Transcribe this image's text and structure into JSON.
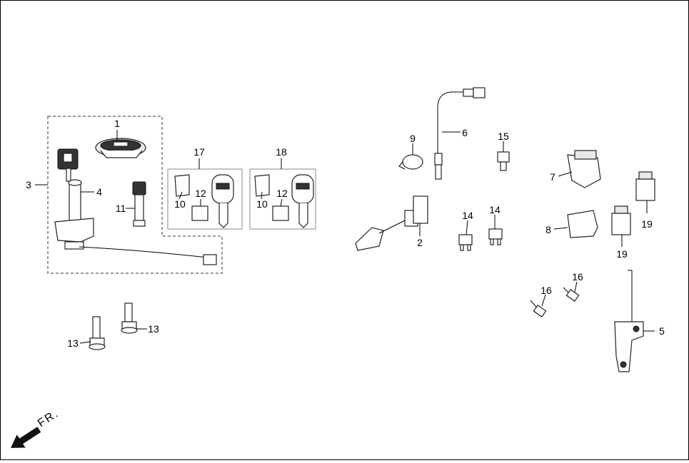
{
  "callouts": {
    "c1": "1",
    "c2": "2",
    "c3": "3",
    "c4": "4",
    "c5": "5",
    "c6": "6",
    "c7": "7",
    "c8": "8",
    "c9": "9",
    "c10a": "10",
    "c10b": "10",
    "c11": "11",
    "c12a": "12",
    "c12b": "12",
    "c13a": "13",
    "c13b": "13",
    "c14a": "14",
    "c14b": "14",
    "c15": "15",
    "c16a": "16",
    "c16b": "16",
    "c17": "17",
    "c18": "18",
    "c19a": "19",
    "c19b": "19"
  },
  "direction_label": "FR."
}
